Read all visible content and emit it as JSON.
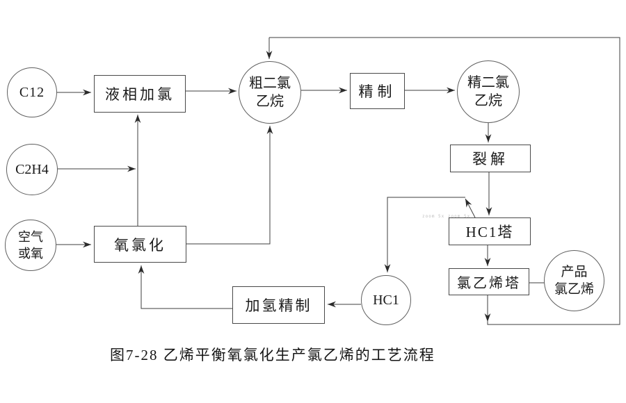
{
  "figure": {
    "caption": "图7-28 乙烯平衡氧氯化生产氯乙烯的工艺流程",
    "scan_artifact": "zoom 5x zoom 5x"
  },
  "colors": {
    "background": "#ffffff",
    "line": "#3d3d3d",
    "node_border": "#5f5f5f",
    "text": "#1a1a1a"
  },
  "nodes": {
    "cl2": {
      "shape": "circle",
      "label": "C12"
    },
    "c2h4": {
      "shape": "circle",
      "label": "C2H4"
    },
    "air_or_oxygen": {
      "shape": "circle",
      "label_line1": "空气",
      "label_line2": "或氧"
    },
    "liquid_phase_chlorination": {
      "shape": "rect",
      "label": "液相加氯"
    },
    "crude_dichloroethane": {
      "shape": "circle",
      "label_line1": "粗二氯",
      "label_line2": "乙烷"
    },
    "refining": {
      "shape": "rect",
      "label": "精制"
    },
    "refined_dichloroethane": {
      "shape": "circle",
      "label_line1": "精二氯",
      "label_line2": "乙烷"
    },
    "cracking": {
      "shape": "rect",
      "label": "裂解"
    },
    "hcl_tower": {
      "shape": "rect",
      "label": "HC1塔"
    },
    "vinyl_chloride_tower": {
      "shape": "rect",
      "label": "氯乙烯塔"
    },
    "product_vinyl_chloride": {
      "shape": "circle",
      "label_line1": "产品",
      "label_line2": "氯乙烯"
    },
    "oxychlorination": {
      "shape": "rect",
      "label": "氧氯化"
    },
    "hydro_refining": {
      "shape": "rect",
      "label": "加氢精制"
    },
    "hcl": {
      "shape": "circle",
      "label": "HC1"
    }
  },
  "edges": [
    {
      "from": "cl2",
      "to": "liquid_phase_chlorination"
    },
    {
      "from": "liquid_phase_chlorination",
      "to": "crude_dichloroethane"
    },
    {
      "from": "crude_dichloroethane",
      "to": "refining"
    },
    {
      "from": "refining",
      "to": "refined_dichloroethane"
    },
    {
      "from": "refined_dichloroethane",
      "to": "cracking"
    },
    {
      "from": "cracking",
      "to": "hcl_tower"
    },
    {
      "from": "hcl_tower",
      "to": "vinyl_chloride_tower"
    },
    {
      "from": "vinyl_chloride_tower",
      "to": "product_vinyl_chloride"
    },
    {
      "from": "vinyl_chloride_tower",
      "to": "crude_dichloroethane",
      "note": "recycle line around right side and top"
    },
    {
      "from": "c2h4",
      "to": "liquid_phase_chlorination"
    },
    {
      "from": "c2h4",
      "to": "oxychlorination"
    },
    {
      "from": "air_or_oxygen",
      "to": "oxychlorination"
    },
    {
      "from": "oxychlorination",
      "to": "crude_dichloroethane"
    },
    {
      "from": "hcl_tower",
      "to": "hcl"
    },
    {
      "from": "hcl",
      "to": "hydro_refining"
    },
    {
      "from": "hydro_refining",
      "to": "oxychlorination"
    }
  ]
}
